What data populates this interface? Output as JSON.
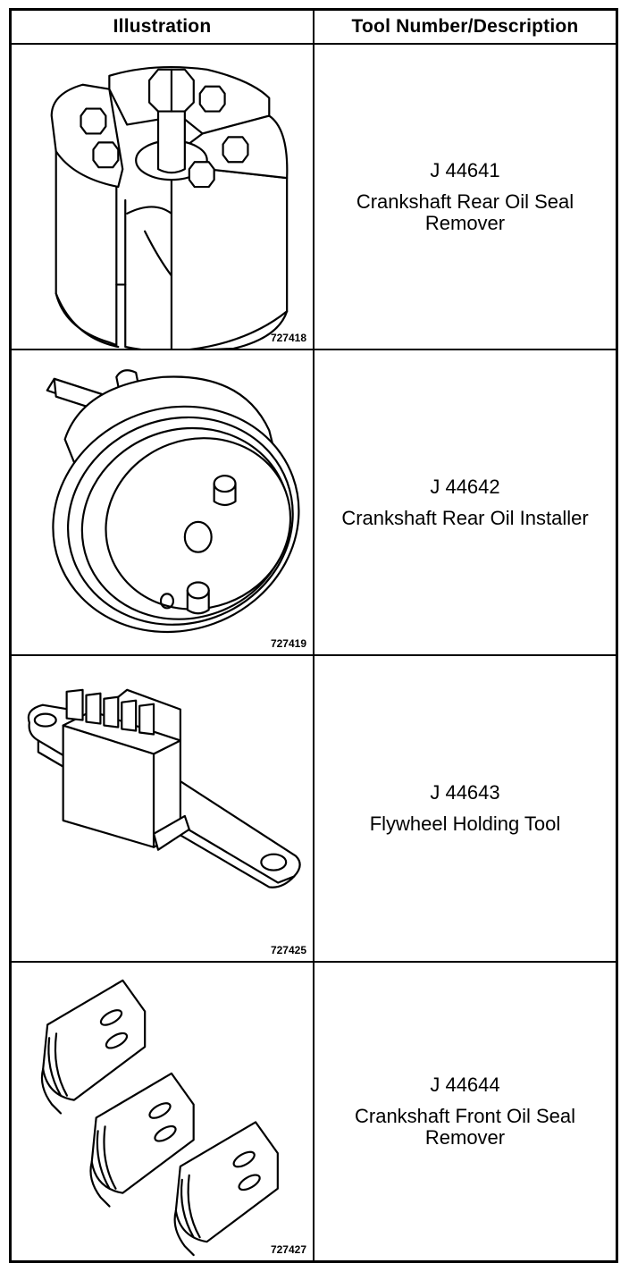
{
  "table": {
    "header": {
      "illustration": "Illustration",
      "description": "Tool Number/Description"
    },
    "rows": [
      {
        "figure_number": "727418",
        "tool_number": "J 44641",
        "description": "Crankshaft Rear Oil Seal Remover",
        "illustration_icon": "seal-remover-icon"
      },
      {
        "figure_number": "727419",
        "tool_number": "J 44642",
        "description": "Crankshaft Rear Oil Installer",
        "illustration_icon": "seal-installer-icon"
      },
      {
        "figure_number": "727425",
        "tool_number": "J 44643",
        "description": "Flywheel Holding Tool",
        "illustration_icon": "flywheel-holding-tool-icon"
      },
      {
        "figure_number": "727427",
        "tool_number": "J 44644",
        "description": "Crankshaft Front Oil Seal Remover",
        "illustration_icon": "front-seal-remover-icon"
      }
    ]
  }
}
